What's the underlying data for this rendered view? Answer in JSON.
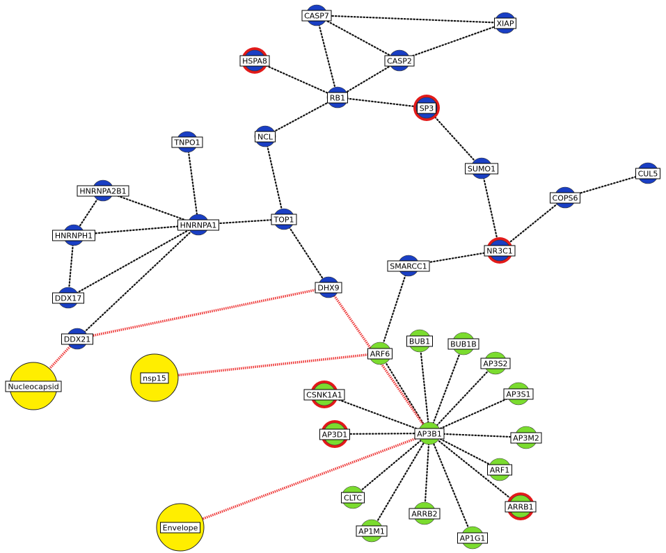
{
  "colors": {
    "human_protein": "#1a3fc4",
    "drug_target_ring": "#e21a1a",
    "secondary_protein": "#7bdc2f",
    "viral_protein": "#ffee00",
    "dotted_edge": "#111111",
    "red_edge": "#ee3a3a"
  },
  "legend_note": "",
  "nodes": [
    {
      "id": "CASP7",
      "label": "CASP7",
      "group": "blue",
      "ring": false
    },
    {
      "id": "XIAP",
      "label": "XIAP",
      "group": "blue",
      "ring": false
    },
    {
      "id": "HSPA8",
      "label": "HSPA8",
      "group": "blue",
      "ring": true
    },
    {
      "id": "CASP2",
      "label": "CASP2",
      "group": "blue",
      "ring": false
    },
    {
      "id": "RB1",
      "label": "RB1",
      "group": "blue",
      "ring": false
    },
    {
      "id": "SP3",
      "label": "SP3",
      "group": "blue",
      "ring": true
    },
    {
      "id": "NCL",
      "label": "NCL",
      "group": "blue",
      "ring": false
    },
    {
      "id": "TNPO1",
      "label": "TNPO1",
      "group": "blue",
      "ring": false
    },
    {
      "id": "SUMO1",
      "label": "SUMO1",
      "group": "blue",
      "ring": false
    },
    {
      "id": "CUL5",
      "label": "CUL5",
      "group": "blue",
      "ring": false
    },
    {
      "id": "HNRNPA2B1",
      "label": "HNRNPA2B1",
      "group": "blue",
      "ring": false
    },
    {
      "id": "COPS6",
      "label": "COPS6",
      "group": "blue",
      "ring": false
    },
    {
      "id": "HNRNPA1",
      "label": "HNRNPA1",
      "group": "blue",
      "ring": false
    },
    {
      "id": "TOP1",
      "label": "TOP1",
      "group": "blue",
      "ring": false
    },
    {
      "id": "HNRNPH1",
      "label": "HNRNPH1",
      "group": "blue",
      "ring": false
    },
    {
      "id": "NR3C1",
      "label": "NR3C1",
      "group": "blue",
      "ring": true
    },
    {
      "id": "SMARCC1",
      "label": "SMARCC1",
      "group": "blue",
      "ring": false
    },
    {
      "id": "DDX17",
      "label": "DDX17",
      "group": "blue",
      "ring": false
    },
    {
      "id": "DHX9",
      "label": "DHX9",
      "group": "blue",
      "ring": false
    },
    {
      "id": "DDX21",
      "label": "DDX21",
      "group": "blue",
      "ring": false
    },
    {
      "id": "Nucleocapsid",
      "label": "Nucleocapsid",
      "group": "yellow",
      "ring": false
    },
    {
      "id": "nsp15",
      "label": "nsp15",
      "group": "yellow",
      "ring": false
    },
    {
      "id": "Envelope",
      "label": "Envelope",
      "group": "yellow",
      "ring": false
    },
    {
      "id": "BUB1",
      "label": "BUB1",
      "group": "green",
      "ring": false
    },
    {
      "id": "BUB1B",
      "label": "BUB1B",
      "group": "green",
      "ring": false
    },
    {
      "id": "ARF6",
      "label": "ARF6",
      "group": "green",
      "ring": false
    },
    {
      "id": "AP3S2",
      "label": "AP3S2",
      "group": "green",
      "ring": false
    },
    {
      "id": "CSNK1A1",
      "label": "CSNK1A1",
      "group": "green",
      "ring": true
    },
    {
      "id": "AP3S1",
      "label": "AP3S1",
      "group": "green",
      "ring": false
    },
    {
      "id": "AP3D1",
      "label": "AP3D1",
      "group": "green",
      "ring": true
    },
    {
      "id": "AP3B1",
      "label": "AP3B1",
      "group": "green",
      "ring": false
    },
    {
      "id": "AP3M2",
      "label": "AP3M2",
      "group": "green",
      "ring": false
    },
    {
      "id": "ARF1",
      "label": "ARF1",
      "group": "green",
      "ring": false
    },
    {
      "id": "CLTC",
      "label": "CLTC",
      "group": "green",
      "ring": false
    },
    {
      "id": "ARRB1",
      "label": "ARRB1",
      "group": "green",
      "ring": true
    },
    {
      "id": "ARRB2",
      "label": "ARRB2",
      "group": "green",
      "ring": false
    },
    {
      "id": "AP1M1",
      "label": "AP1M1",
      "group": "green",
      "ring": false
    },
    {
      "id": "AP1G1",
      "label": "AP1G1",
      "group": "green",
      "ring": false
    }
  ],
  "edges": [
    {
      "source": "CASP7",
      "target": "XIAP",
      "style": "dotted"
    },
    {
      "source": "CASP7",
      "target": "CASP2",
      "style": "dotted"
    },
    {
      "source": "CASP7",
      "target": "RB1",
      "style": "dotted"
    },
    {
      "source": "XIAP",
      "target": "CASP2",
      "style": "dotted"
    },
    {
      "source": "HSPA8",
      "target": "RB1",
      "style": "dotted"
    },
    {
      "source": "CASP2",
      "target": "RB1",
      "style": "dotted"
    },
    {
      "source": "RB1",
      "target": "SP3",
      "style": "dotted"
    },
    {
      "source": "RB1",
      "target": "NCL",
      "style": "dotted"
    },
    {
      "source": "SP3",
      "target": "SUMO1",
      "style": "dotted"
    },
    {
      "source": "SUMO1",
      "target": "NR3C1",
      "style": "dotted"
    },
    {
      "source": "NCL",
      "target": "TOP1",
      "style": "dotted"
    },
    {
      "source": "TNPO1",
      "target": "HNRNPA1",
      "style": "dotted"
    },
    {
      "source": "HNRNPA2B1",
      "target": "HNRNPA1",
      "style": "dotted"
    },
    {
      "source": "HNRNPA2B1",
      "target": "HNRNPH1",
      "style": "dotted"
    },
    {
      "source": "HNRNPH1",
      "target": "HNRNPA1",
      "style": "dotted"
    },
    {
      "source": "HNRNPH1",
      "target": "DDX17",
      "style": "dotted"
    },
    {
      "source": "DDX17",
      "target": "HNRNPA1",
      "style": "dotted"
    },
    {
      "source": "DDX21",
      "target": "HNRNPA1",
      "style": "dotted"
    },
    {
      "source": "HNRNPA1",
      "target": "TOP1",
      "style": "dotted"
    },
    {
      "source": "TOP1",
      "target": "DHX9",
      "style": "dotted"
    },
    {
      "source": "CUL5",
      "target": "COPS6",
      "style": "dotted"
    },
    {
      "source": "COPS6",
      "target": "NR3C1",
      "style": "dotted"
    },
    {
      "source": "NR3C1",
      "target": "SMARCC1",
      "style": "dotted"
    },
    {
      "source": "SMARCC1",
      "target": "ARF6",
      "style": "dotted"
    },
    {
      "source": "ARF6",
      "target": "AP3B1",
      "style": "dotted"
    },
    {
      "source": "BUB1",
      "target": "AP3B1",
      "style": "dotted"
    },
    {
      "source": "BUB1B",
      "target": "AP3B1",
      "style": "dotted"
    },
    {
      "source": "AP3S2",
      "target": "AP3B1",
      "style": "dotted"
    },
    {
      "source": "AP3S1",
      "target": "AP3B1",
      "style": "dotted"
    },
    {
      "source": "CSNK1A1",
      "target": "AP3B1",
      "style": "dotted"
    },
    {
      "source": "AP3D1",
      "target": "AP3B1",
      "style": "dotted"
    },
    {
      "source": "AP3M2",
      "target": "AP3B1",
      "style": "dotted"
    },
    {
      "source": "ARF1",
      "target": "AP3B1",
      "style": "dotted"
    },
    {
      "source": "CLTC",
      "target": "AP3B1",
      "style": "dotted"
    },
    {
      "source": "ARRB1",
      "target": "AP3B1",
      "style": "dotted"
    },
    {
      "source": "ARRB2",
      "target": "AP3B1",
      "style": "dotted"
    },
    {
      "source": "AP1M1",
      "target": "AP3B1",
      "style": "dotted"
    },
    {
      "source": "AP1G1",
      "target": "AP3B1",
      "style": "dotted"
    },
    {
      "source": "DDX21",
      "target": "DHX9",
      "style": "red"
    },
    {
      "source": "DDX21",
      "target": "Nucleocapsid",
      "style": "red"
    },
    {
      "source": "DHX9",
      "target": "AP3B1",
      "style": "red"
    },
    {
      "source": "nsp15",
      "target": "ARF6",
      "style": "red"
    },
    {
      "source": "Envelope",
      "target": "AP3B1",
      "style": "red"
    }
  ]
}
